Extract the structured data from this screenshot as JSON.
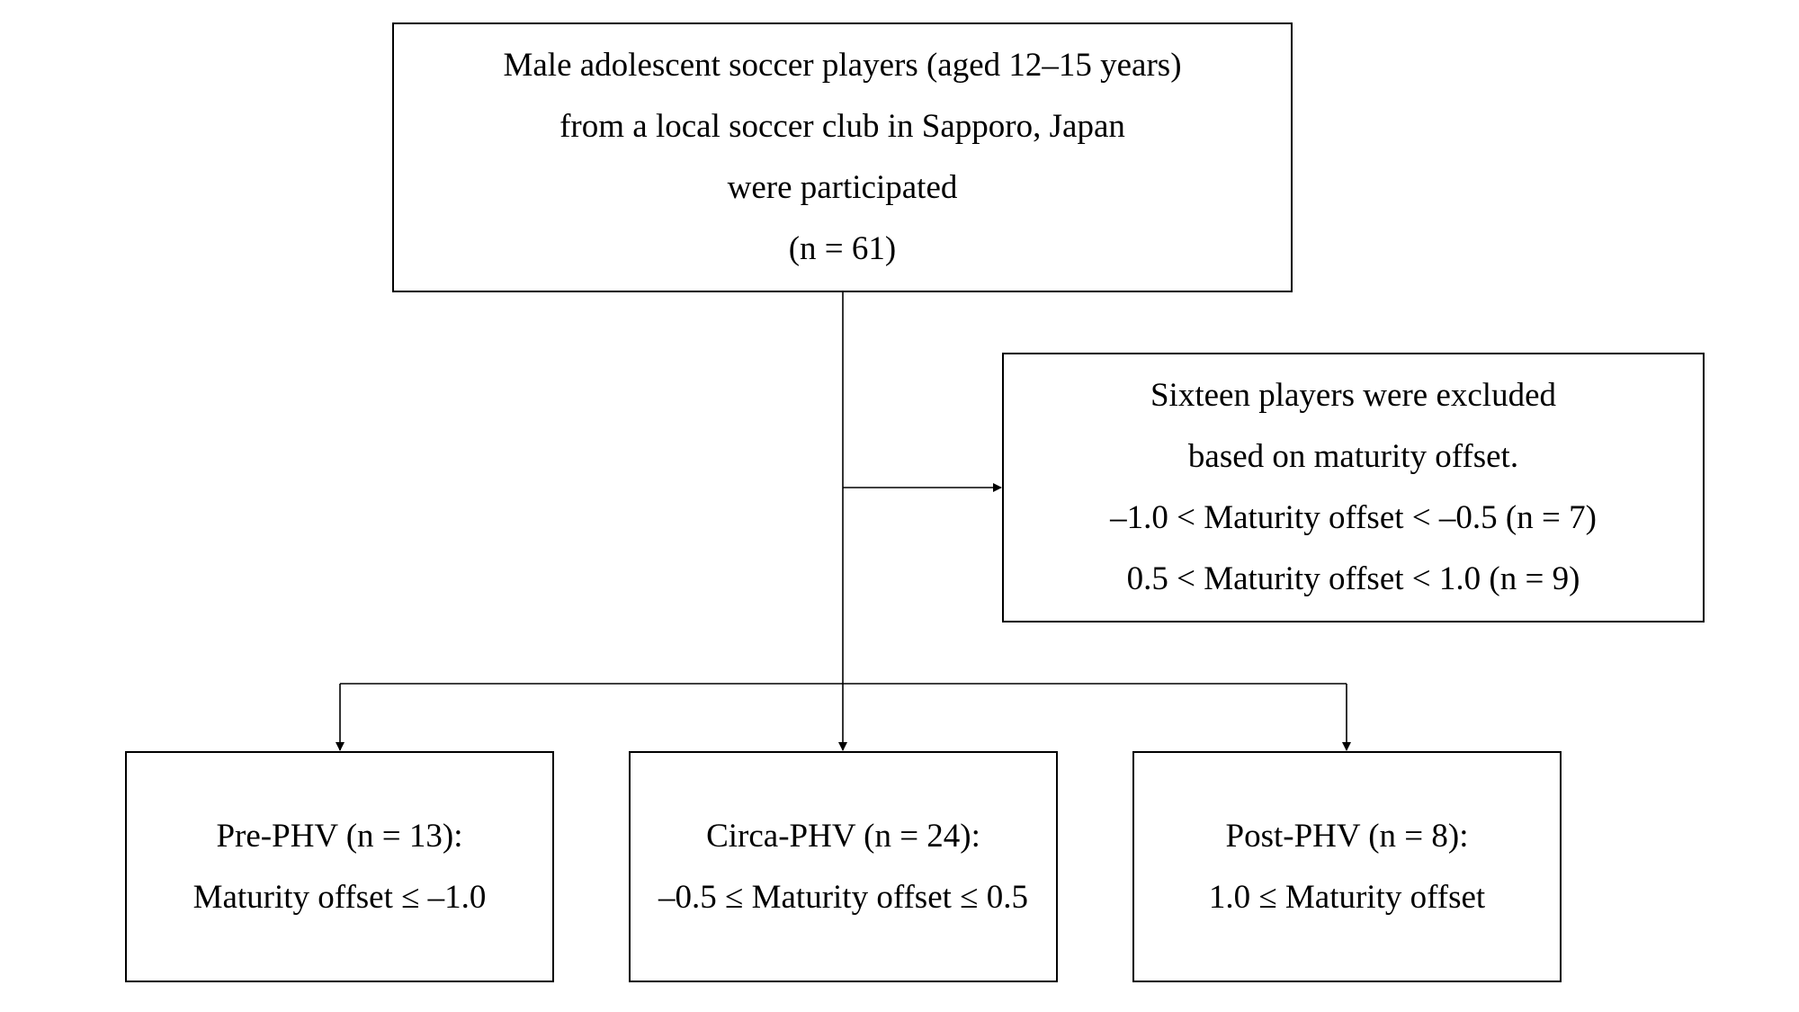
{
  "diagram": {
    "participants": {
      "lines": [
        "Male adolescent soccer players (aged 12–15 years)",
        "from a local soccer club in Sapporo, Japan",
        "were participated",
        "(n = 61)"
      ]
    },
    "excluded": {
      "lines": [
        "Sixteen players were excluded",
        "based on maturity offset.",
        "–1.0 < Maturity offset < –0.5 (n = 7)",
        "0.5 < Maturity offset < 1.0 (n = 9)"
      ]
    },
    "groups": [
      {
        "lines": [
          "Pre-PHV (n = 13):",
          "Maturity offset ≤ –1.0"
        ]
      },
      {
        "lines": [
          "Circa-PHV (n = 24):",
          "–0.5 ≤ Maturity offset ≤ 0.5"
        ]
      },
      {
        "lines": [
          "Post-PHV (n = 8):",
          "1.0 ≤ Maturity offset"
        ]
      }
    ],
    "colors": {
      "stroke": "#000000",
      "background": "#ffffff"
    }
  }
}
